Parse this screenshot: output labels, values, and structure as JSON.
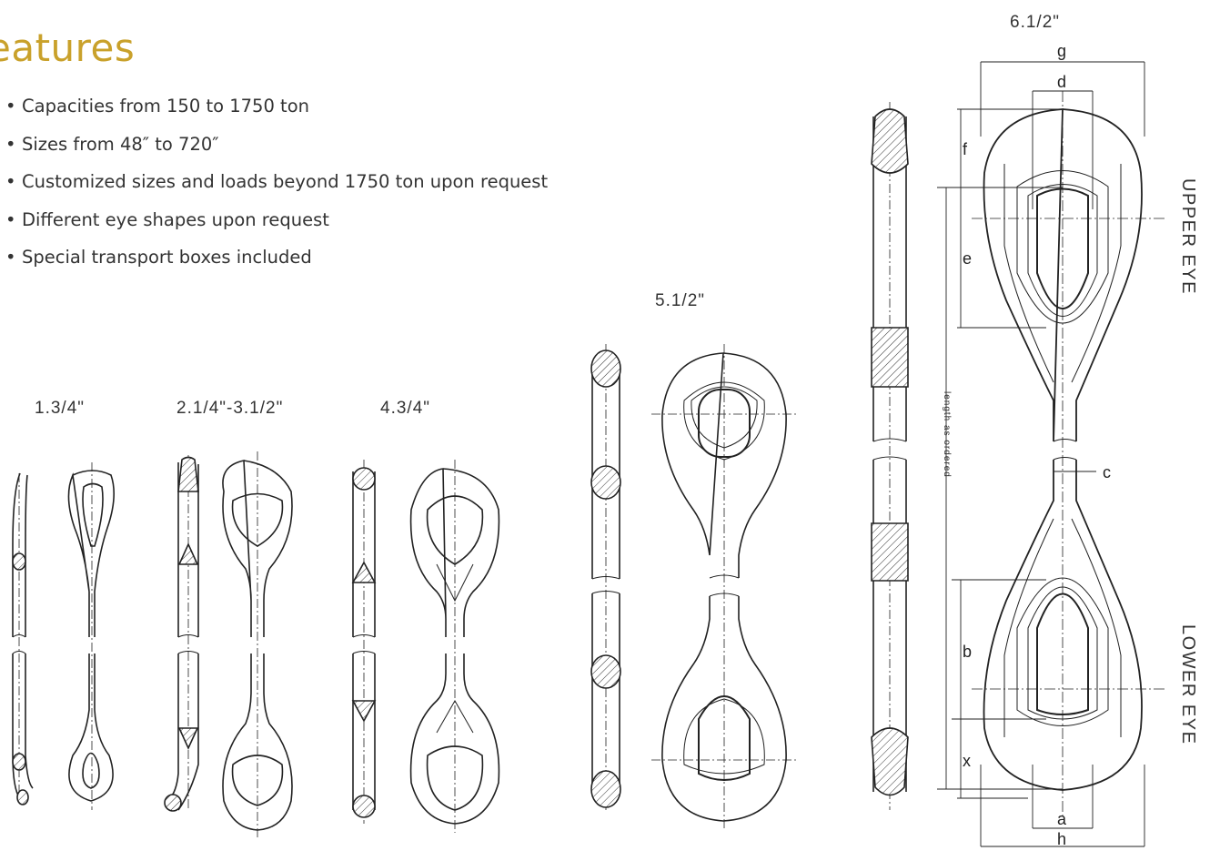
{
  "header": {
    "title": "eatures"
  },
  "features": [
    "Capacities from 150 to 1750 ton",
    "Sizes from 48″ to 720″",
    "Customized sizes and loads beyond 1750 ton upon request",
    "Different eye shapes upon request",
    "Special transport boxes included"
  ],
  "sizes": {
    "s1": "1.3/4\"",
    "s2": "2.1/4\"-3.1/2\"",
    "s3": "4.3/4\"",
    "s4": "5.1/2\"",
    "s5": "6.1/2\""
  },
  "dimensions": {
    "g": "g",
    "d": "d",
    "f": "f",
    "e": "e",
    "c": "c",
    "b": "b",
    "x": "x",
    "a": "a",
    "h": "h"
  },
  "labels": {
    "length": "length as ordered",
    "upper": "UPPER EYE",
    "lower": "LOWER EYE"
  },
  "colors": {
    "accent": "#c9a12b",
    "line": "#222222"
  }
}
